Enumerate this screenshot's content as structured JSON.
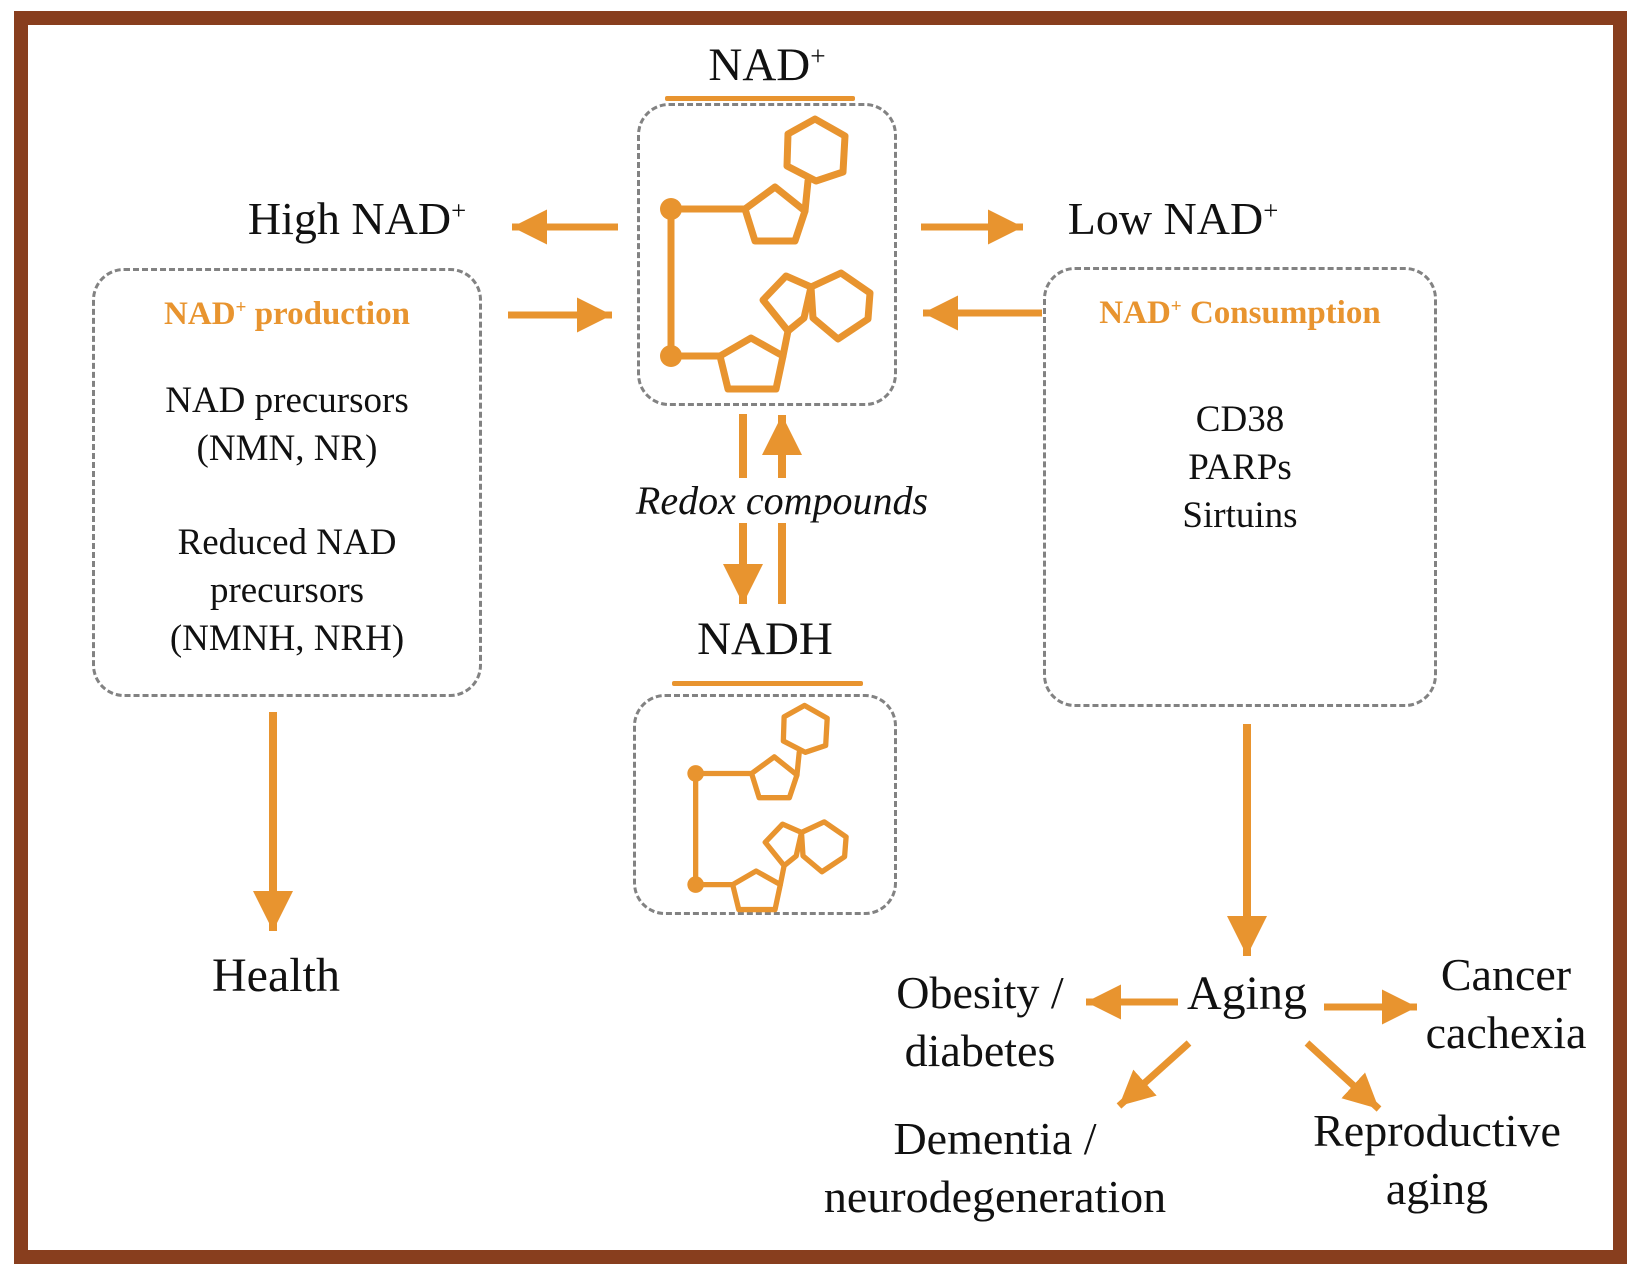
{
  "colors": {
    "accent": "#E8942F",
    "frame_border": "#883E1E",
    "dashed_border": "#828282",
    "text": "#111111"
  },
  "nad": {
    "title_base": "NAD",
    "title_sup": "+"
  },
  "nadh": {
    "title": "NADH"
  },
  "labels": {
    "high_nad": {
      "base": "High NAD",
      "sup": "+"
    },
    "low_nad": {
      "base": "Low NAD",
      "sup": "+"
    },
    "redox": "Redox compounds",
    "health": "Health",
    "aging": "Aging"
  },
  "boxes": {
    "production": {
      "header_base": "NAD",
      "header_sup": "+",
      "header_rest": " production",
      "group1": [
        "NAD precursors",
        "(NMN, NR)"
      ],
      "group2": [
        "Reduced NAD",
        "precursors",
        "(NMNH, NRH)"
      ]
    },
    "consumption": {
      "header_base": "NAD",
      "header_sup": "+",
      "header_rest": " Consumption",
      "items": [
        "CD38",
        "PARPs",
        "Sirtuins"
      ]
    }
  },
  "outcomes": {
    "obesity": [
      "Obesity /",
      "diabetes"
    ],
    "cancer": [
      "Cancer",
      "cachexia"
    ],
    "dementia": [
      "Dementia /",
      "neurodegeneration"
    ],
    "reproductive": [
      "Reproductive",
      "aging"
    ]
  },
  "icons": {
    "nad_molecule": "nad-molecule-icon",
    "nadh_molecule": "nadh-molecule-icon",
    "arrows": "orange-flow-arrows"
  }
}
